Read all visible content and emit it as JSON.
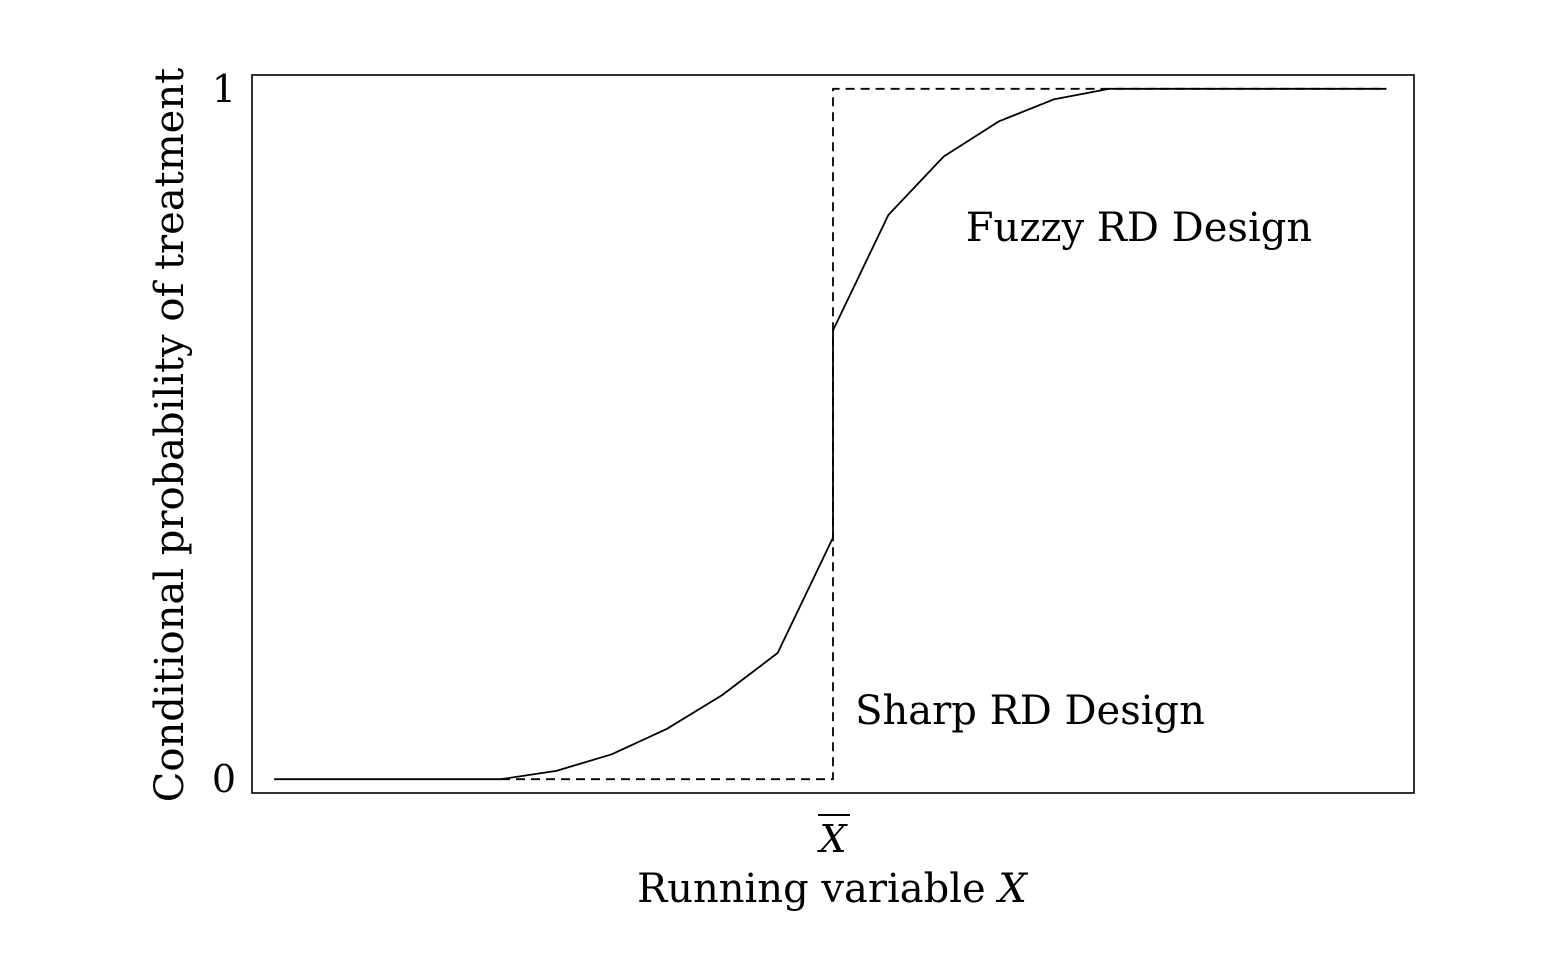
{
  "chart_data": {
    "type": "line",
    "ylabel": "Conditional probability of treatment",
    "xlabel_text": "Running variable ",
    "xlabel_var": "X",
    "x_ticks": [
      {
        "x": 0,
        "label": "X"
      }
    ],
    "y_ticks": [
      {
        "y": 0,
        "label": "0"
      },
      {
        "y": 1,
        "label": "1"
      }
    ],
    "xlim": [
      -0.525,
      0.525
    ],
    "ylim": [
      -0.02,
      1.02
    ],
    "grid": false,
    "legend": "none",
    "annotations": [
      {
        "text": "Fuzzy RD Design",
        "x": 0.12,
        "y": 0.8
      },
      {
        "text": "Sharp RD Design",
        "x": 0.02,
        "y": 0.1
      }
    ],
    "series": [
      {
        "style": "dashed",
        "x": [
          -0.3,
          0,
          0,
          0.3,
          0.5
        ],
        "y": [
          0,
          0,
          1,
          1,
          1
        ]
      },
      {
        "style": "solid",
        "x": [
          -0.505,
          -0.3,
          -0.25,
          -0.2,
          -0.15,
          -0.1,
          -0.05,
          0,
          0,
          0.05,
          0.1,
          0.15,
          0.2,
          0.25,
          0.3,
          0.5
        ],
        "y": [
          0,
          0,
          0.012,
          0.036,
          0.073,
          0.122,
          0.183,
          0.35,
          0.65,
          0.817,
          0.902,
          0.953,
          0.985,
          1.0,
          1.0,
          1.0
        ]
      }
    ]
  }
}
